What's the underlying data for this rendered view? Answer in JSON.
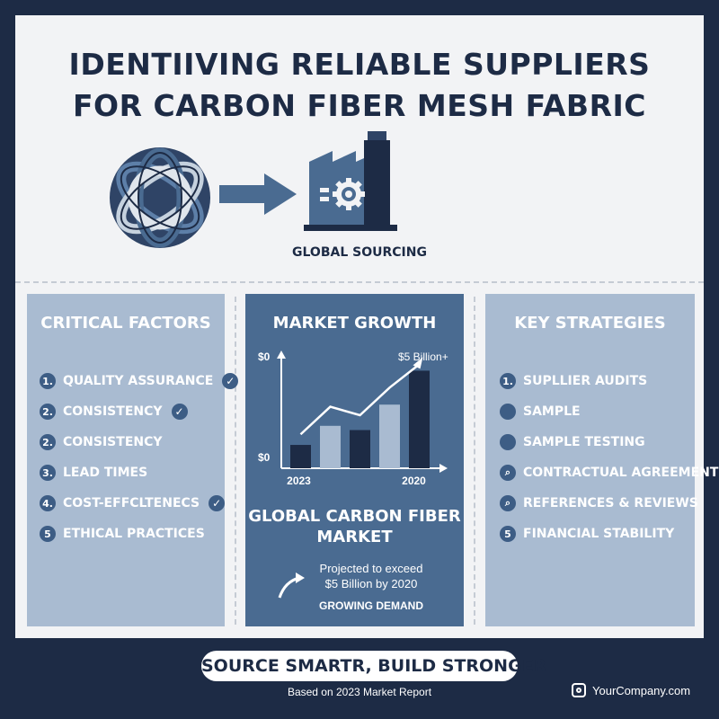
{
  "title": {
    "line1": "IDENTIIVING RELIABLE SUPPLIERS",
    "line2": "FOR CARBON FIBER MESH FABRIC"
  },
  "hero": {
    "caption": "GLOBAL SOURCING",
    "icons": [
      "woven-mesh-icon",
      "right-arrow-icon",
      "factory-gear-icon"
    ]
  },
  "critical_factors": {
    "title": "CRITICAL FACTORS",
    "items": [
      {
        "num": "1.",
        "label": "QUALITY ASSURANCE",
        "checked": true
      },
      {
        "num": "2.",
        "label": "CONSISTENCY",
        "checked": true
      },
      {
        "num": "2.",
        "label": "CONSISTENCY",
        "checked": false
      },
      {
        "num": "3.",
        "label": "LEAD TIMES",
        "checked": false
      },
      {
        "num": "4.",
        "label": "COST-EFFCLTENECS",
        "checked": true
      },
      {
        "num": "5",
        "label": "ETHICAL PRACTICES",
        "checked": false
      }
    ]
  },
  "market_growth": {
    "title": "MARKET GROWTH",
    "heading_line1": "GLOBAL CARBON FIBER",
    "heading_line2": "MARKET",
    "note_line1": "Projected to exceed",
    "note_line2": "$5 Billion by 2020",
    "demand": "GROWING DEMAND"
  },
  "chart_data": {
    "type": "bar",
    "title": "MARKET GROWTH",
    "categories": [
      "",
      "",
      "",
      "",
      ""
    ],
    "values": [
      1.1,
      2.0,
      1.8,
      3.0,
      4.6
    ],
    "y_tick_labels": [
      "$0",
      "$0"
    ],
    "x_tick_labels": [
      "2023",
      "2020"
    ],
    "annotation": "$5 Billion+",
    "trend_line": [
      1.6,
      2.9,
      2.5,
      3.8,
      4.9
    ],
    "ylim": [
      0,
      5
    ],
    "bar_colors": [
      "#1d2b45",
      "#a9bbd1",
      "#1d2b45",
      "#a9bbd1",
      "#1d2b45"
    ]
  },
  "key_strategies": {
    "title": "KEY STRATEGIES",
    "items": [
      {
        "marker": "1.",
        "label": "SUPLLIER AUDITS"
      },
      {
        "marker": "dot",
        "label": "SAMPLE"
      },
      {
        "marker": "dot",
        "label": "SAMPLE TESTING"
      },
      {
        "marker": "search",
        "label": "CONTRACTUAL AGREEMENTS"
      },
      {
        "marker": "search",
        "label": "REFERENCES & REVIEWS"
      },
      {
        "marker": "5",
        "label": "FINANCIAL STABILITY"
      }
    ]
  },
  "footer": {
    "tagline": "SOURCE SMARTR, BUILD STRONGER",
    "source": "Based on 2023 Market Report",
    "brand": "YourCompany.com"
  },
  "colors": {
    "navy": "#1d2b45",
    "panel_light": "#a9bbd1",
    "panel_mid": "#4a6b91",
    "accent": "#3d5d85",
    "background_card": "#f2f3f5"
  }
}
